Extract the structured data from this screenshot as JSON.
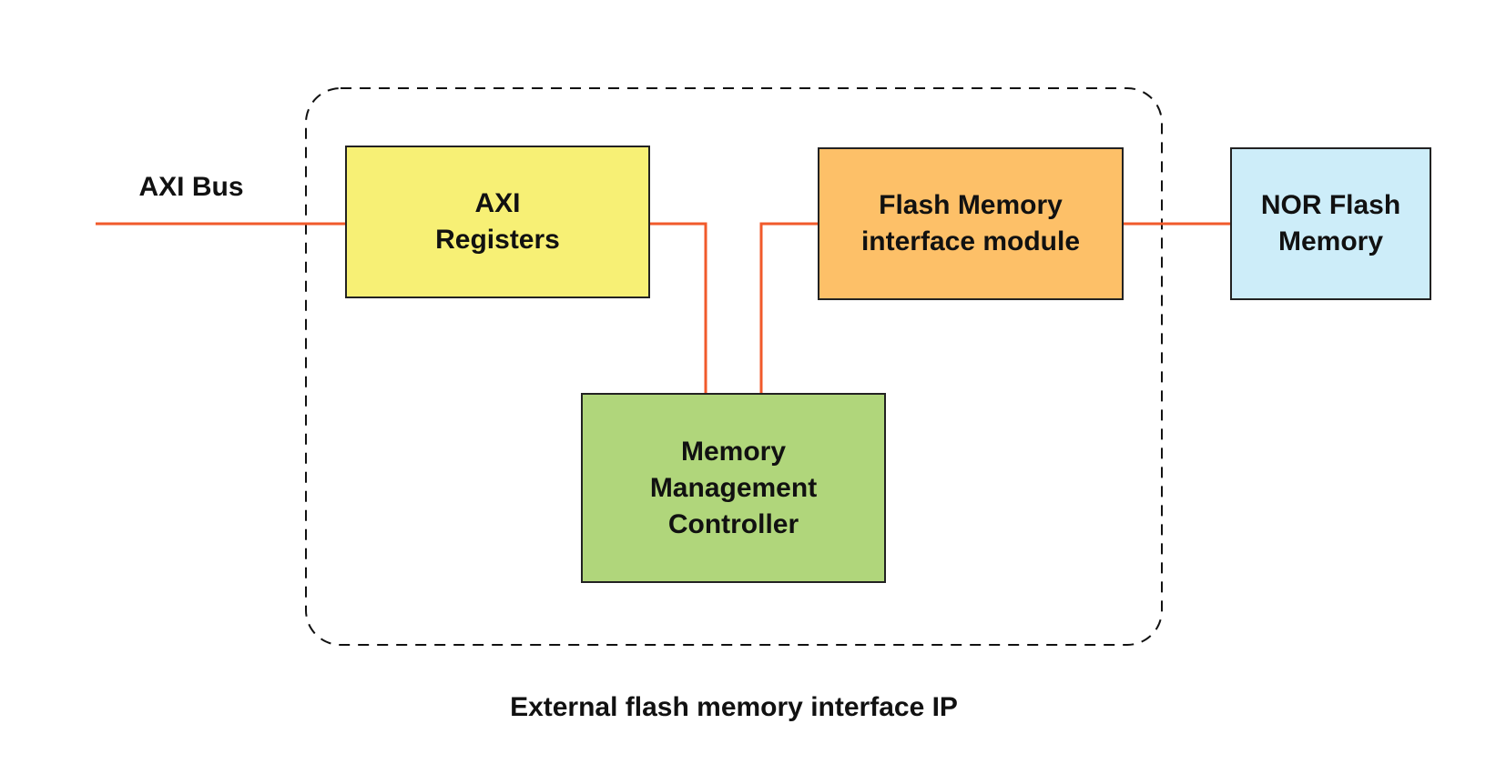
{
  "diagram": {
    "title": "External flash memory interface IP",
    "external_label": "AXI Bus",
    "blocks": [
      {
        "id": "axi-registers",
        "lines": [
          "AXI",
          "Registers"
        ],
        "color": "#f7f075"
      },
      {
        "id": "flash-interface",
        "lines": [
          "Flash Memory",
          "interface module"
        ],
        "color": "#fdc068"
      },
      {
        "id": "mmc",
        "lines": [
          "Memory",
          "Management",
          "Controller"
        ],
        "color": "#b0d67b"
      },
      {
        "id": "nor-flash",
        "lines": [
          "NOR Flash",
          "Memory"
        ],
        "color": "#cdedf9"
      }
    ],
    "connections": [
      {
        "from": "AXI Bus",
        "to": "AXI Registers"
      },
      {
        "from": "AXI Registers",
        "to": "Memory Management Controller"
      },
      {
        "from": "Memory Management Controller",
        "to": "Flash Memory interface module"
      },
      {
        "from": "Flash Memory interface module",
        "to": "NOR Flash Memory"
      }
    ],
    "wire_color": "#f15a2b",
    "boundary_style": "dashed"
  }
}
